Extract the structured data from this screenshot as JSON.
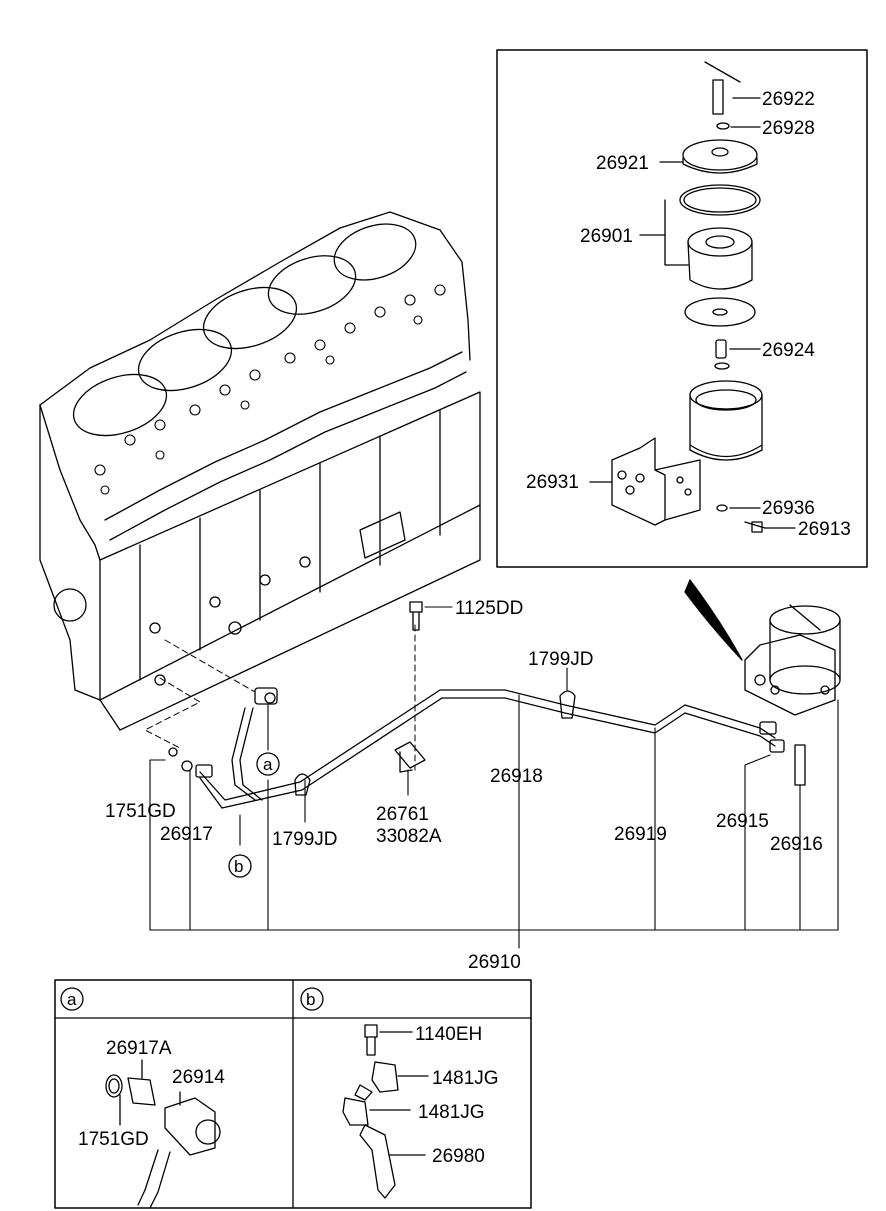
{
  "inset_labels": {
    "p26922": "26922",
    "p26928": "26928",
    "p26921": "26921",
    "p26901": "26901",
    "p26924": "26924",
    "p26931": "26931",
    "p26936": "26936",
    "p26913": "26913"
  },
  "main_labels": {
    "p1125DD": "1125DD",
    "p1799JD_top": "1799JD",
    "p26918": "26918",
    "p26767": "26761",
    "p33082A": "33082A",
    "p1751GD": "1751GD",
    "p26917": "26917",
    "p1799JD_low": "1799JD",
    "p26919": "26919",
    "p26915": "26915",
    "p26916": "26916",
    "p26910": "26910"
  },
  "circle_refs": {
    "a": "a",
    "b": "b"
  },
  "detail_a": {
    "header": "a",
    "p26917A": "26917A",
    "p26914": "26914",
    "p1751GD": "1751GD"
  },
  "detail_b": {
    "header": "b",
    "p1140EH": "1140EH",
    "p1481JG_1": "1481JG",
    "p1481JG_2": "1481JG",
    "p26980": "26980"
  }
}
